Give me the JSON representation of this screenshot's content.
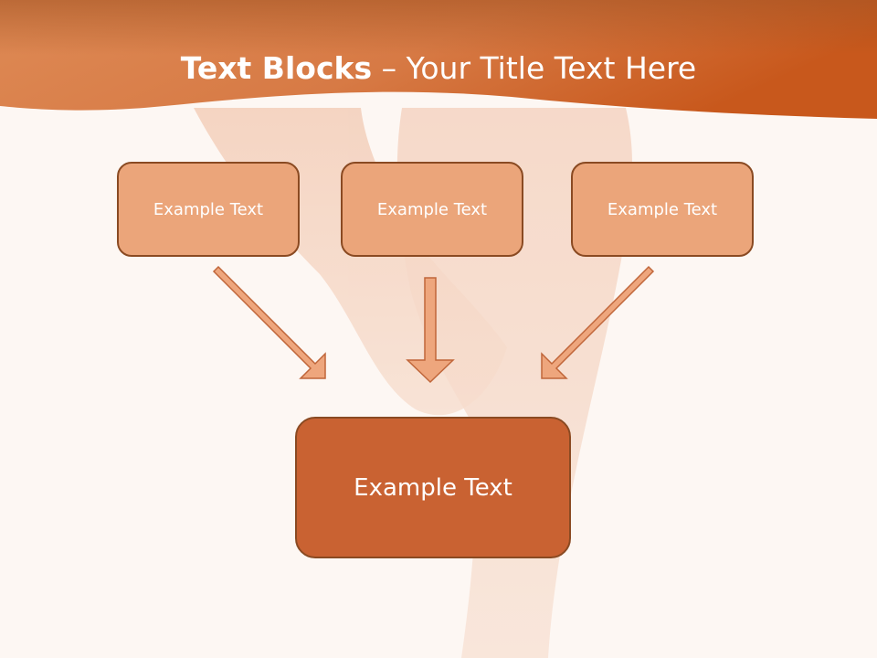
{
  "slide": {
    "title_bold": "Text Blocks",
    "title_dash": "–",
    "title_rest": "Your Title Text Here",
    "blocks": [
      {
        "label": "Example Text"
      },
      {
        "label": "Example Text"
      },
      {
        "label": "Example Text"
      }
    ],
    "target": {
      "label": "Example Text"
    }
  },
  "colors": {
    "header_orange": "#d9672a",
    "box_fill": "#eba57a",
    "box_border": "#8a4a22",
    "target_fill": "#c96232",
    "arrow_fill": "#eea67d",
    "arrow_stroke": "#c0663a",
    "background": "#fdf7f3"
  }
}
